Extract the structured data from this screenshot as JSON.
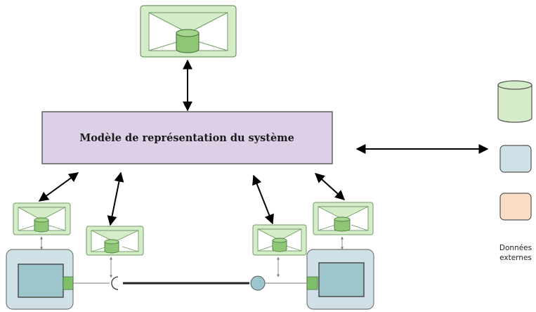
{
  "model": {
    "title": "Modèle de représentation du système"
  },
  "legend": {
    "caption_line1": "Données",
    "caption_line2": "externes"
  },
  "colors": {
    "model_fill": "#dcd0e6",
    "connector_fill": "#d5ecc8",
    "connector_stroke": "#6f9a62",
    "cylinder_fill": "#8fc676",
    "cylinder_stroke": "#4e7d43",
    "system_fill": "#cfe0e6",
    "system_inner": "#9cc5cc",
    "port_fill": "#7fbf6a",
    "legend_blue": "#cfe0e6",
    "legend_peach": "#fbdcc4",
    "legend_green": "#d5ecc8"
  }
}
